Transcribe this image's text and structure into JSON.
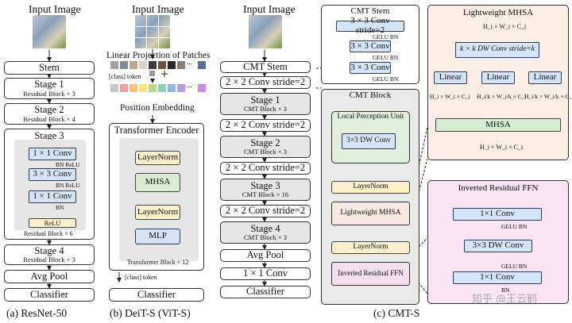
{
  "resnet": {
    "input_label": "Input Image",
    "stem": "Stem",
    "stage1": {
      "title": "Stage 1",
      "sub": "Residual Block × 3"
    },
    "stage2": {
      "title": "Stage 2",
      "sub": "Residual Block × 4"
    },
    "stage3": {
      "title": "Stage 3",
      "conv1": "1 × 1 Conv",
      "bnrelu1": "BN ReLU",
      "conv2": "3 × 3 Conv",
      "bnrelu2": "BN ReLU",
      "conv3": "1 × 1 Conv",
      "bn": "BN",
      "relu": "ReLU",
      "sub": "Residual Block × 6"
    },
    "stage4": {
      "title": "Stage 4",
      "sub": "Residual Block × 3"
    },
    "avgpool": "Avg Pool",
    "classifier": "Classifier",
    "caption": "(a)  ResNet-50"
  },
  "deit": {
    "input_label": "Input Image",
    "linear_proj": "Linear Projection of Patches",
    "class_token": "[class] token",
    "plus": "+",
    "pos_embed": "Position Embedding",
    "encoder_title": "Transformer Encoder",
    "layernorm1": "LayerNorm",
    "mhsa": "MHSA",
    "layernorm2": "LayerNorm",
    "mlp": "MLP",
    "block_sub": "Transformer Block × 12",
    "class_token_out": "[class] token",
    "classifier": "Classifier",
    "caption": "(b)  DeiT-S (ViT-S)",
    "dots": "..."
  },
  "cmt": {
    "input_label": "Input Image",
    "stem": "CMT Stem",
    "conv_s2_1": "2 × 2 Conv stride=2",
    "stage1": {
      "title": "Stage 1",
      "sub": "CMT Block × 3"
    },
    "conv_s2_2": "2 × 2 Conv stride=2",
    "stage2": {
      "title": "Stage 2",
      "sub": "CMT Block × 3"
    },
    "conv_s2_3": "2 × 2 Conv stride=2",
    "stage3": {
      "title": "Stage 3",
      "sub": "CMT Block × 16"
    },
    "conv_s2_4": "2 × 2 Conv stride=2",
    "stage4": {
      "title": "Stage 4",
      "sub": "CMT Block × 3"
    },
    "avgpool": "Avg Pool",
    "conv1x1": "1 × 1 Conv",
    "classifier": "Classifier",
    "caption": "(c)  CMT-S"
  },
  "cmt_stem": {
    "title": "CMT Stem",
    "conv1": "3 × 3 Conv stride=2",
    "gelubn1": "GELU BN",
    "conv2": "3 × 3 Conv",
    "gelubn2": "GELU BN",
    "conv3": "3 × 3 Conv",
    "gelubn3": "GELU BN"
  },
  "cmt_block": {
    "title": "CMT Block",
    "lpu_title": "Local Perception Unit",
    "dwconv": "3×3 DW Conv",
    "layernorm1": "LayerNorm",
    "lmhsa": "Lightweight MHSA",
    "layernorm2": "LayerNorm",
    "irffn": "Inverted Residual FFN"
  },
  "lmhsa": {
    "title": "Lightweight MHSA",
    "input_dims": "H_i × W_i × C_i",
    "dwconv": "k × k DW Conv stride=k",
    "linear1": "Linear",
    "linear2": "Linear",
    "linear3": "Linear",
    "dim_q": "H_i × W_i × C_i",
    "dim_k": "H_i/k × W_i/k × C_i",
    "dim_v": "H_i/k × W_i/k × C_i",
    "mhsa": "MHSA",
    "output_dims": "H_i × W_i × C_i"
  },
  "irffn": {
    "title": "Inverted Residual FFN",
    "conv1": "1×1 Conv",
    "gelubn1": "GELU BN",
    "dwconv": "3×3 DW Conv",
    "gelubn2": "GELU BN",
    "conv2": "1×1 Conv",
    "bn": "BN"
  },
  "watermark": "知乎 @王云鹤",
  "colors": {
    "stage_gray": "#e6e6e6",
    "blue_box": "#d5e4f6",
    "yellow_box": "#fbf0c9",
    "green_box": "#d8ecd2",
    "lmhsa_panel": "#fbeee6",
    "irffn_panel": "#f8e4f2",
    "cmt_block_panel": "#eaeaea",
    "lpu_panel": "#e2efdc"
  }
}
